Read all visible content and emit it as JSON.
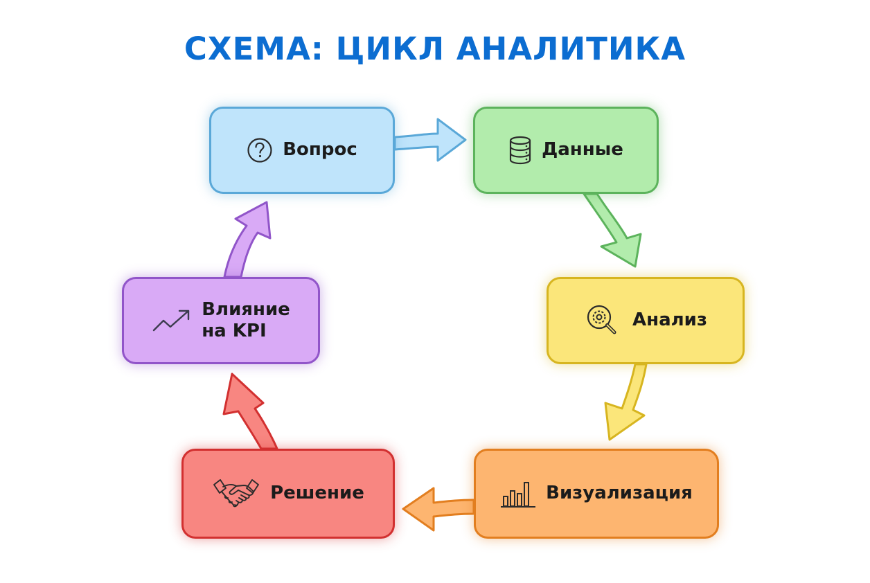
{
  "title": "СХЕМА: ЦИКЛ АНАЛИТИКА",
  "nodes": [
    {
      "id": "question",
      "label": "Вопрос",
      "icon": "question-circle-icon",
      "fill": "#bfe4fb",
      "border": "#5aa8d8"
    },
    {
      "id": "data",
      "label": "Данные",
      "icon": "database-icon",
      "fill": "#b2ecac",
      "border": "#5cb35c"
    },
    {
      "id": "analysis",
      "label": "Анализ",
      "icon": "gear-magnifier-icon",
      "fill": "#fbe67a",
      "border": "#d7b520"
    },
    {
      "id": "visualization",
      "label": "Визуализация",
      "icon": "bar-chart-icon",
      "fill": "#fdb570",
      "border": "#e27e1f"
    },
    {
      "id": "decision",
      "label": "Решение",
      "icon": "handshake-icon",
      "fill": "#f88681",
      "border": "#d23030"
    },
    {
      "id": "kpi-impact",
      "label": "Влияние на KPI",
      "label_line1": "Влияние",
      "label_line2": "на KPI",
      "icon": "trend-up-icon",
      "fill": "#d9aaf6",
      "border": "#9155c9"
    }
  ],
  "edges": [
    {
      "from": "Вопрос",
      "to": "Данные",
      "color": "#5aa8d8"
    },
    {
      "from": "Данные",
      "to": "Анализ",
      "color": "#5cb35c"
    },
    {
      "from": "Анализ",
      "to": "Визуализация",
      "color": "#d7b520"
    },
    {
      "from": "Визуализация",
      "to": "Решение",
      "color": "#e27e1f"
    },
    {
      "from": "Решение",
      "to": "Влияние на KPI",
      "color": "#d23030"
    },
    {
      "from": "Влияние на KPI",
      "to": "Вопрос",
      "color": "#9155c9"
    }
  ]
}
